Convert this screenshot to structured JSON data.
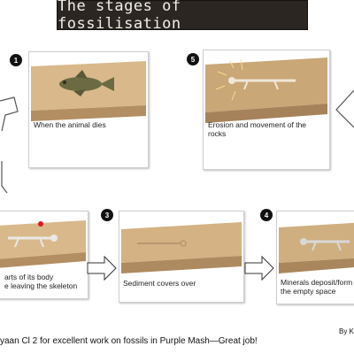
{
  "title": "The stages of fossilisation",
  "stages": [
    {
      "number": "1",
      "caption": "When the animal dies"
    },
    {
      "number": "5",
      "caption": "Erosion and movement of the rocks"
    },
    {
      "number": "",
      "caption": "arts of its body\ne leaving the skeleton"
    },
    {
      "number": "3",
      "caption": "Sediment covers over"
    },
    {
      "number": "4",
      "caption": "Minerals deposit/form\nthe empty space"
    }
  ],
  "byline": "By K",
  "footer": "yaan Cl 2 for excellent work on fossils in Purple Mash—Great job!",
  "colors": {
    "banner_bg": "#2b2622",
    "banner_text": "#f2efe9",
    "sediment_top": "#d9b98b",
    "sediment_side": "#b38e62",
    "accent_dot": "#d61d1d"
  }
}
